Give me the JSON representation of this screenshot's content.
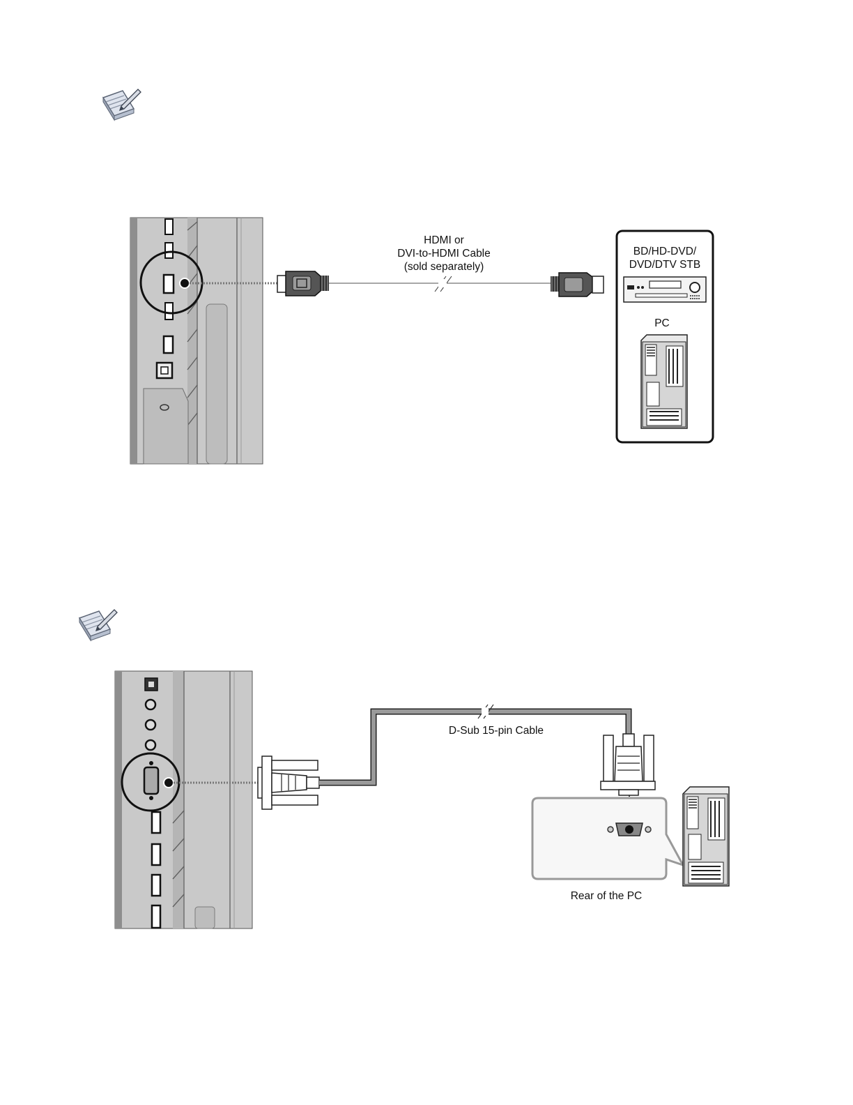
{
  "hdmi_diagram": {
    "cable_label_lines": [
      "HDMI or",
      "DVI-to-HDMI Cable",
      "(sold separately)"
    ],
    "source_label_lines": [
      "BD/HD-DVD/",
      "DVD/DTV STB"
    ],
    "pc_label": "PC"
  },
  "vga_diagram": {
    "cable_label": "D-Sub 15-pin Cable",
    "pc_rear_label": "Rear of the PC"
  },
  "colors": {
    "panel": "#c8c8c8",
    "panel_dark": "#8f8f8f",
    "cable_gray": "#9a9a9a",
    "outline": "#1a1a1a"
  },
  "icons": [
    "note-icon",
    "note-icon"
  ]
}
